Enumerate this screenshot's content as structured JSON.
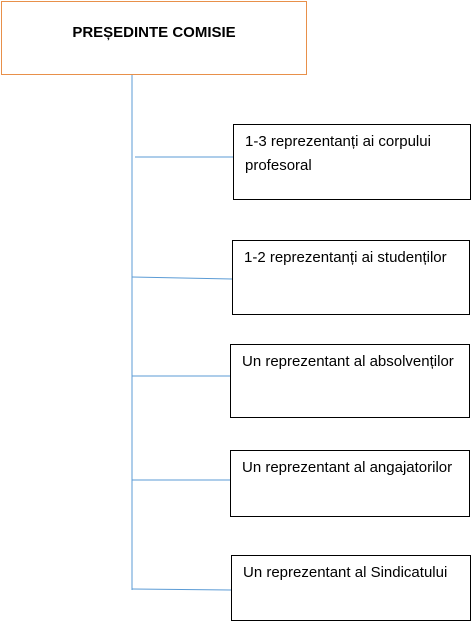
{
  "diagram": {
    "root": {
      "label": "PREȘEDINTE COMISIE"
    },
    "members": [
      {
        "label": "1-3 reprezentanți ai corpului profesoral"
      },
      {
        "label": "1-2 reprezentanți ai studenților"
      },
      {
        "label": "Un reprezentant al absolvenților"
      },
      {
        "label": "Un reprezentant al angajatorilor"
      },
      {
        "label": "Un reprezentant al Sindicatului"
      }
    ],
    "colors": {
      "root_border": "#e8904a",
      "connector": "#5b9bd5",
      "box_border": "#000000",
      "text": "#000000"
    }
  }
}
